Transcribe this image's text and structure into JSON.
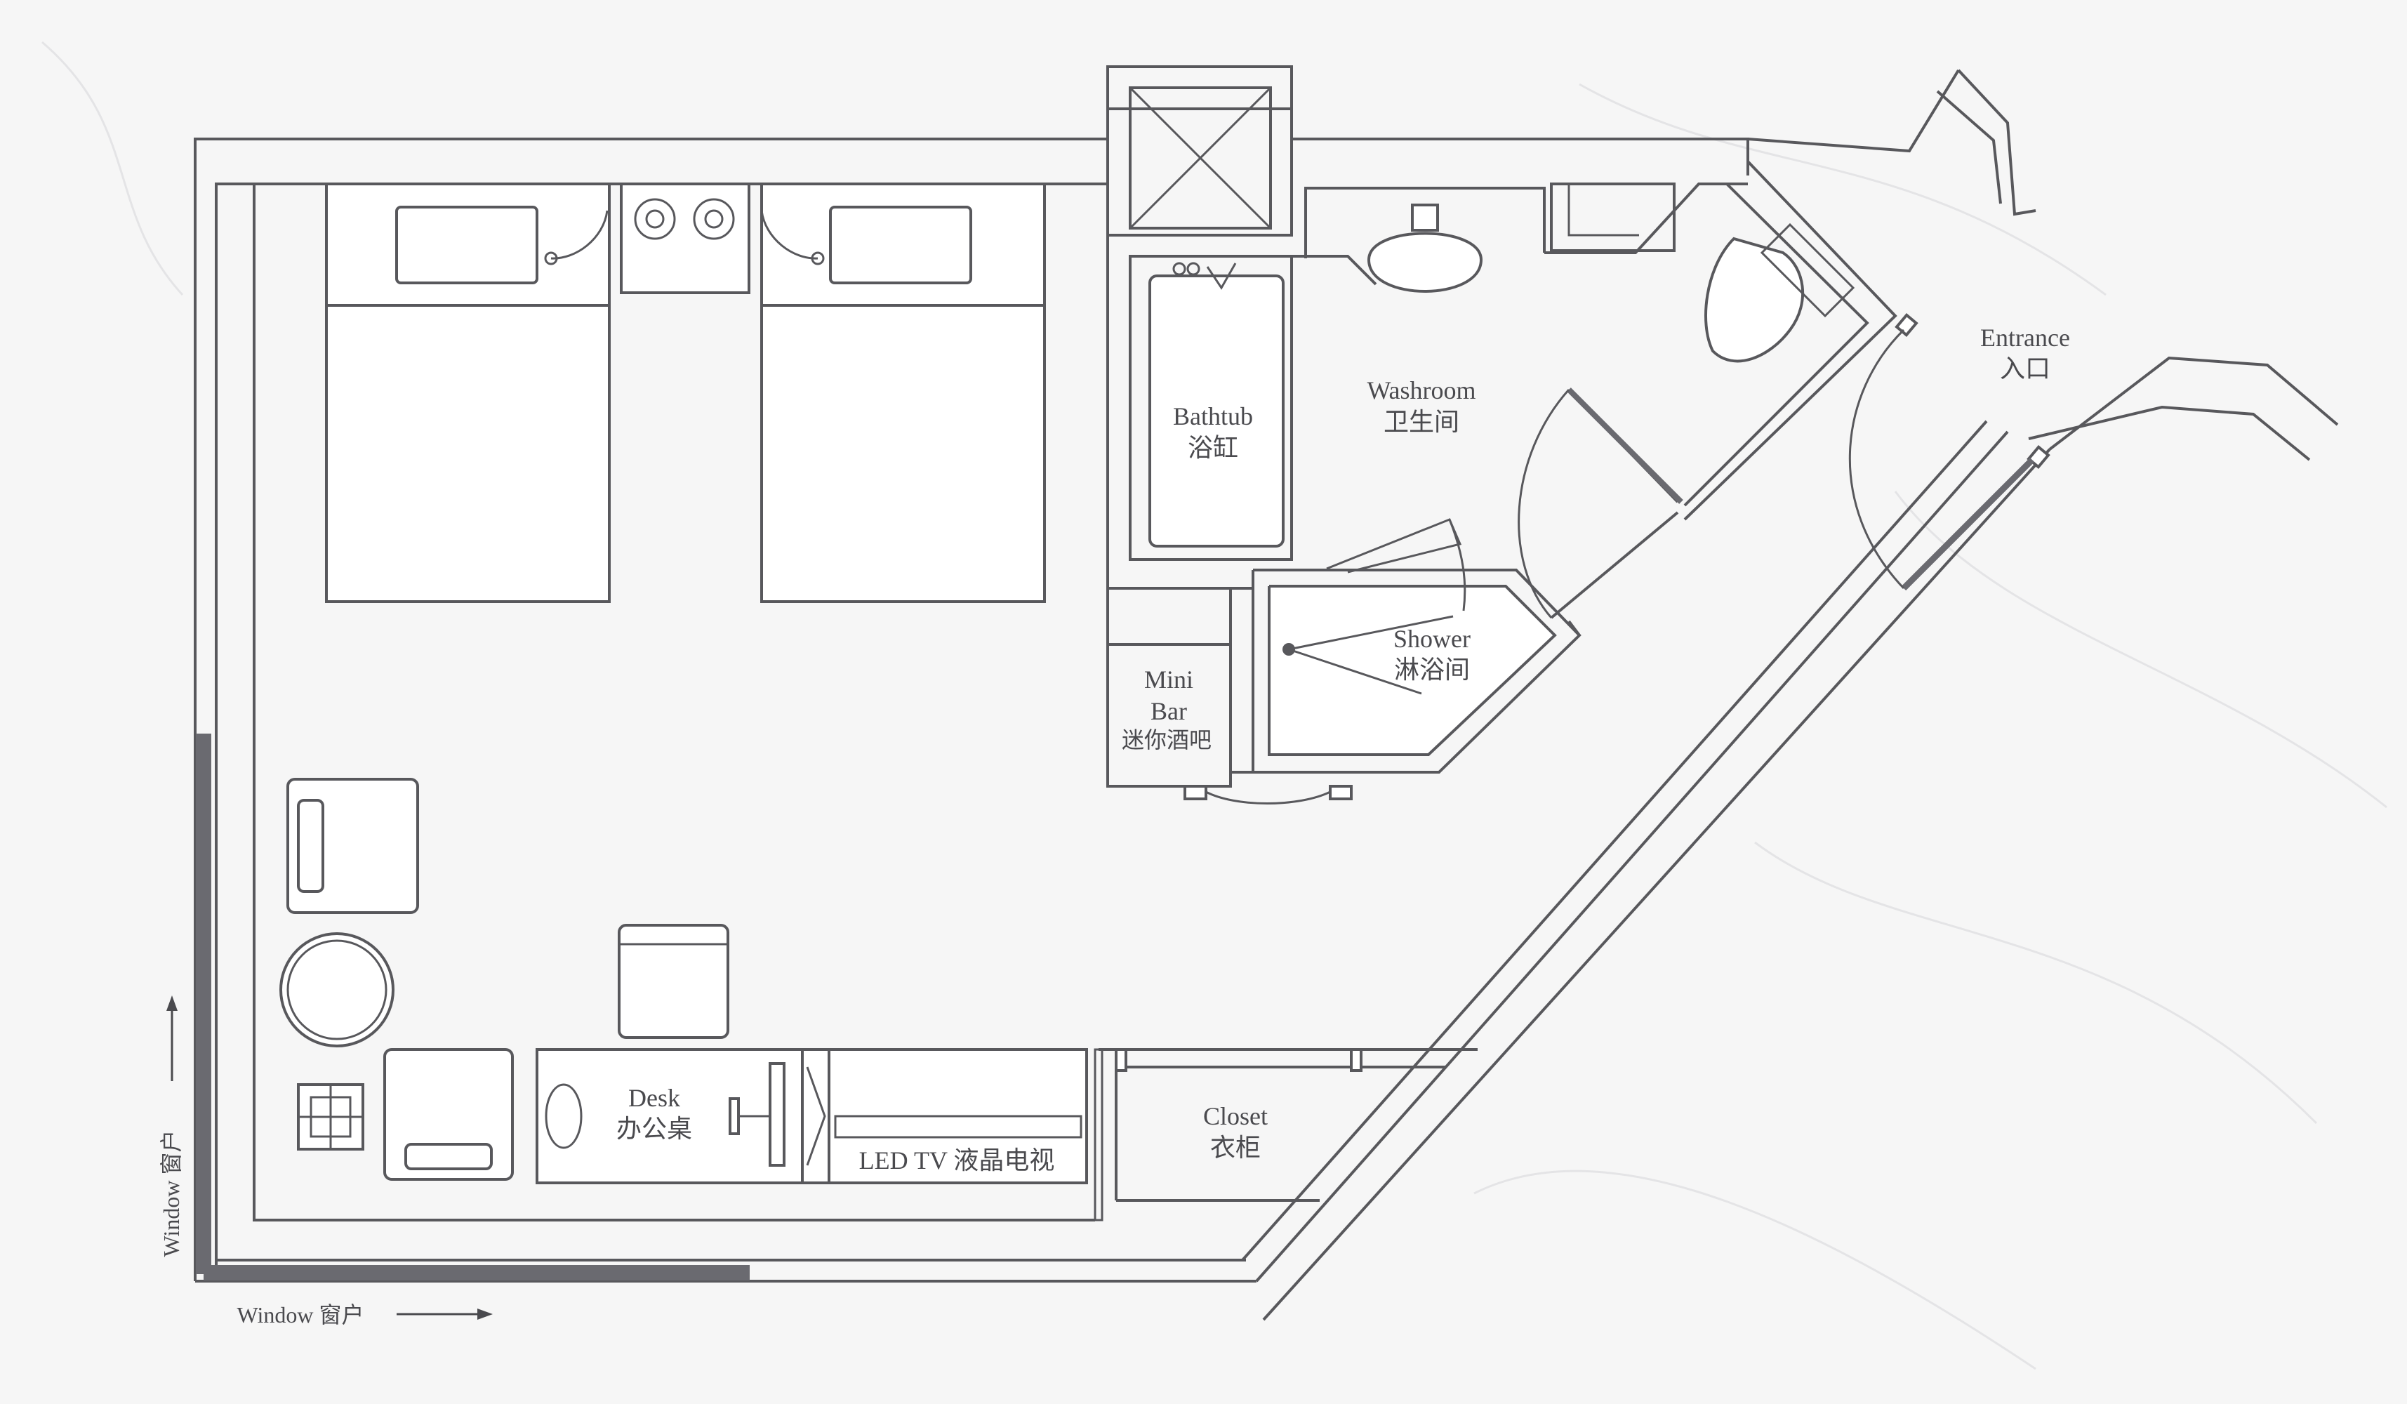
{
  "colors": {
    "background": "#f6f6f6",
    "line": "#58585c",
    "window": "#6a6a70",
    "text": "#4a4a4e"
  },
  "labels": {
    "bathtub_en": "Bathtub",
    "bathtub_zh": "浴缸",
    "washroom_en": "Washroom",
    "washroom_zh": "卫生间",
    "entrance_en": "Entrance",
    "entrance_zh": "入口",
    "shower_en": "Shower",
    "shower_zh": "淋浴间",
    "minibar_line1": "Mini",
    "minibar_line2": "Bar",
    "minibar_zh": "迷你酒吧",
    "desk_en": "Desk",
    "desk_zh": "办公桌",
    "tv": "LED TV 液晶电视",
    "closet_en": "Closet",
    "closet_zh": "衣柜",
    "window_left": "Window 窗户",
    "window_bottom": "Window 窗户"
  }
}
